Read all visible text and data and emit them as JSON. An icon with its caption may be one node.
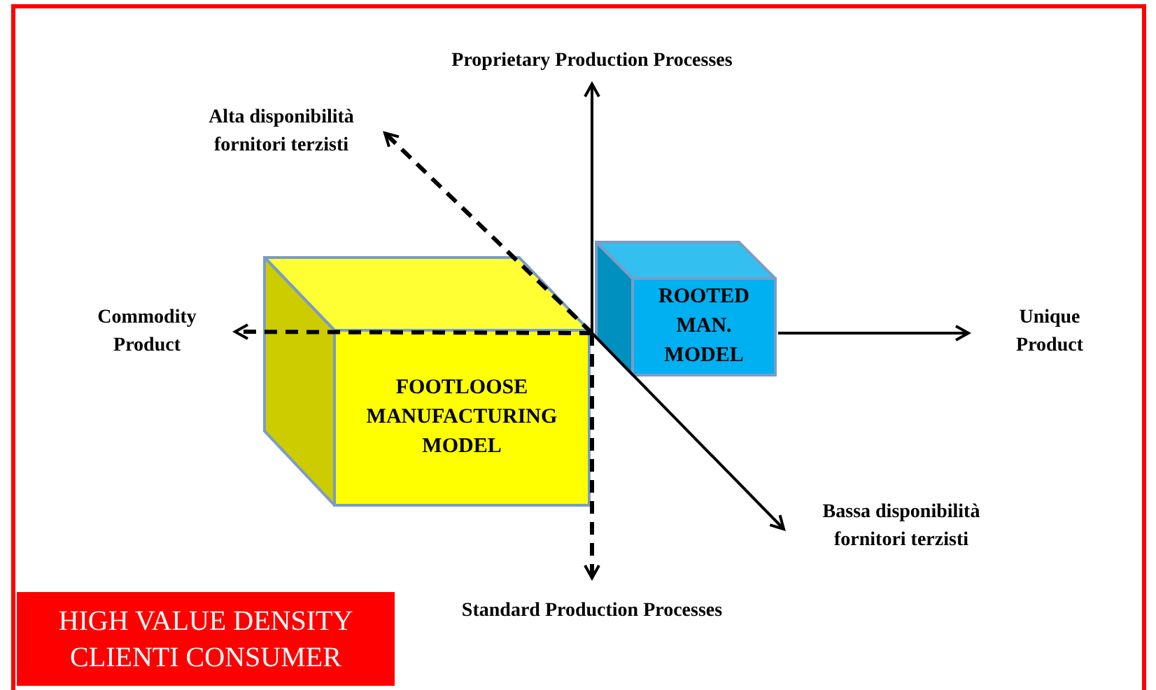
{
  "diagram": {
    "nodes": [
      {
        "text": [
          "FOOTLOOSE MANUFACTURING MODEL"
        ]
      },
      {
        "text": [
          "ROOTED MAN. MODEL"
        ]
      },
      {
        "text": [
          "HIGH VALUE DENSITY CLIENTI CONSUMER"
        ]
      }
    ],
    "labels": [
      "Proprietary Production Processes",
      "Alta disponibilità fornitori terzisti",
      "Commodity Product",
      "Unique Product",
      "Bassa disponibilità fornitori terzisti",
      "Standard Production Processes"
    ]
  }
}
